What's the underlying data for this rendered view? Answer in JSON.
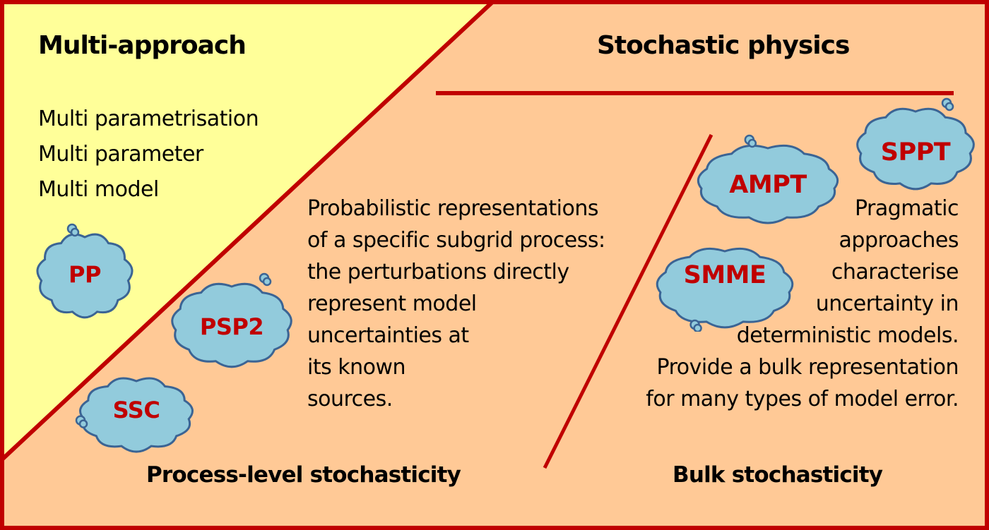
{
  "colors": {
    "border": "#c00000",
    "multi_approach_bg": "#ffff99",
    "stochastic_bg": "#ffc996",
    "cloud_fill": "#92cbdc",
    "cloud_stroke": "#3b6494",
    "cloud_text": "#c00000"
  },
  "multi_approach": {
    "title": "Multi-approach",
    "items": [
      "Multi parametrisation",
      "Multi parameter",
      "Multi model"
    ]
  },
  "stochastic_physics": {
    "title": "Stochastic physics"
  },
  "process_level": {
    "description": [
      "Probabilistic representations",
      "of a specific subgrid process:",
      "the perturbations directly",
      "represent model",
      "uncertainties at",
      "its known",
      "sources."
    ],
    "footer": "Process-level stochasticity"
  },
  "bulk": {
    "description": [
      "Pragmatic",
      "approaches",
      "characterise",
      "uncertainty in",
      "deterministic models.",
      "Provide a bulk representation",
      "for many types of model error."
    ],
    "footer": "Bulk stochasticity"
  },
  "clouds": [
    {
      "id": "pp",
      "label": "PP"
    },
    {
      "id": "psp2",
      "label": "PSP2"
    },
    {
      "id": "ssc",
      "label": "SSC"
    },
    {
      "id": "ampt",
      "label": "AMPT"
    },
    {
      "id": "sppt",
      "label": "SPPT"
    },
    {
      "id": "smme",
      "label": "SMME"
    }
  ]
}
